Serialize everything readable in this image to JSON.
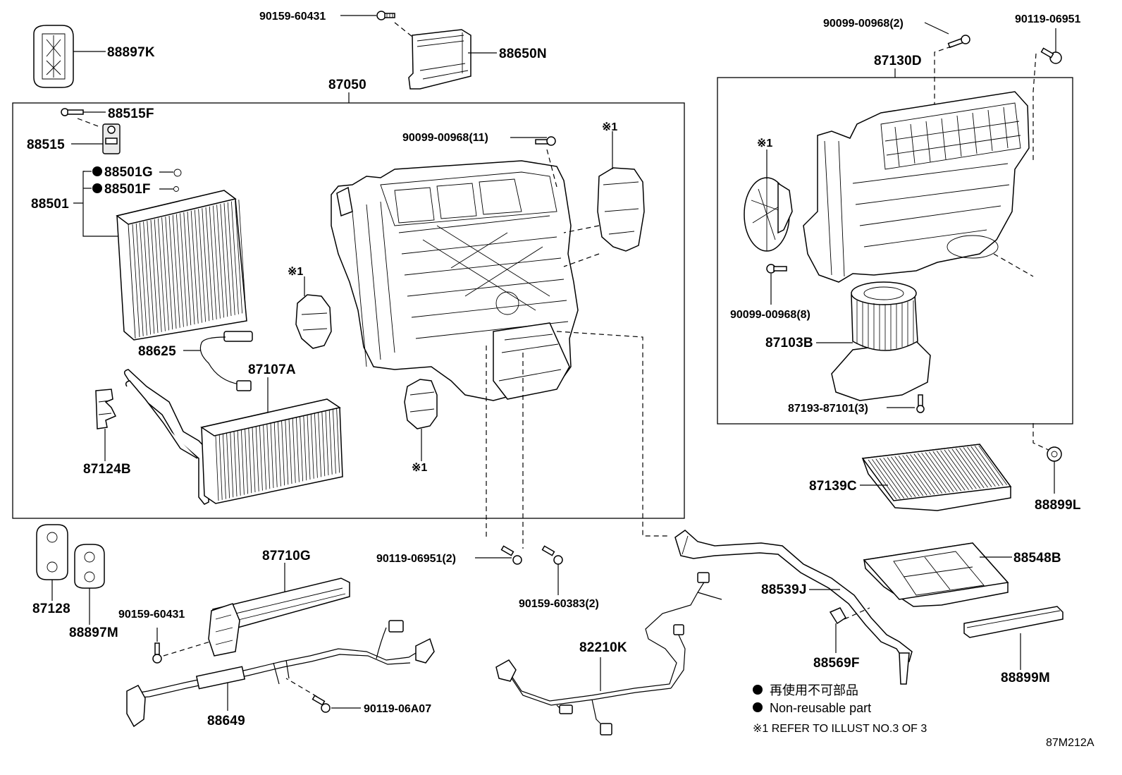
{
  "labels": {
    "p88897K": "88897K",
    "p90159_60431_top": "90159-60431",
    "p88650N": "88650N",
    "p87050": "87050",
    "p88515F": "88515F",
    "p88515": "88515",
    "p88501G": "88501G",
    "p88501F": "88501F",
    "p88501": "88501",
    "p90099_00968_11": "90099-00968(11)",
    "ref1_a": "※1",
    "ref1_b": "※1",
    "ref1_c": "※1",
    "ref1_d": "※1",
    "p88625": "88625",
    "p87107A": "87107A",
    "p87124B": "87124B",
    "p90099_00968_2": "90099-00968(2)",
    "p90119_06951": "90119-06951",
    "p87130D": "87130D",
    "p90099_00968_8": "90099-00968(8)",
    "p87103B": "87103B",
    "p87193_87101_3": "87193-87101(3)",
    "p87139C": "87139C",
    "p88899L": "88899L",
    "p87128": "87128",
    "p88897M": "88897M",
    "p87710G": "87710G",
    "p90159_60431_low": "90159-60431",
    "p88649": "88649",
    "p90119_06A07": "90119-06A07",
    "p90119_06951_2": "90119-06951(2)",
    "p90159_60383_2": "90159-60383(2)",
    "p82210K": "82210K",
    "p88539J": "88539J",
    "p88548B": "88548B",
    "p88569F": "88569F",
    "p88899M": "88899M"
  },
  "legend": {
    "non_reusable_jp": "再使用不可部品",
    "non_reusable_en": "Non-reusable part",
    "refer_note": "※1 REFER TO ILLUST NO.3 OF 3"
  },
  "illustration_code": "87M212A"
}
